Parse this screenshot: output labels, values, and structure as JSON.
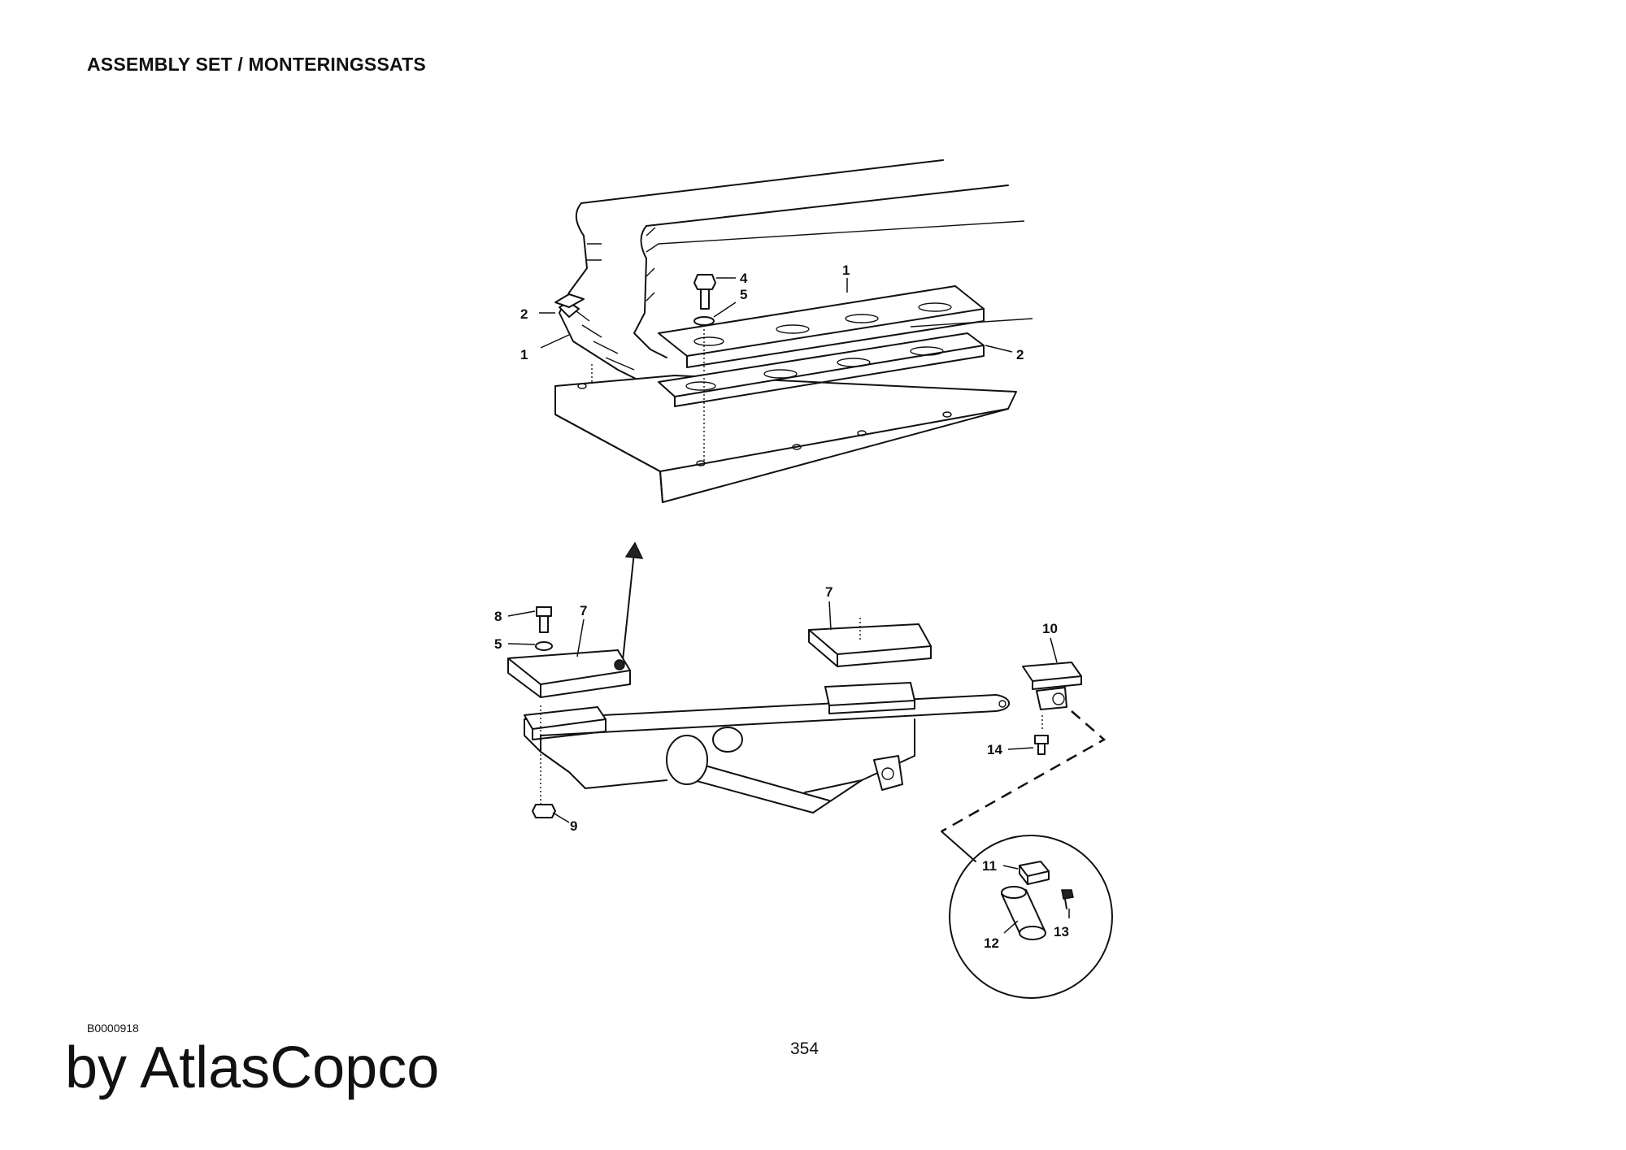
{
  "header": {
    "title": "ASSEMBLY SET / MONTERINGSSATS"
  },
  "footer": {
    "doc_code": "B0000918",
    "page_number": "354",
    "brand": "by AtlasCopco"
  },
  "callouts": {
    "rail_upper_1": "1",
    "rail_lower_2": "2",
    "rail_left_2": "2",
    "rail_left_1": "1",
    "bolt_4": "4",
    "washer_5_top": "5",
    "bolt_8": "8",
    "washer_5_bottom": "5",
    "pad_left_7": "7",
    "pad_mid_7": "7",
    "nut_9": "9",
    "bracket_10": "10",
    "bolt_14": "14",
    "block_11": "11",
    "pin_12": "12",
    "screw_13": "13"
  }
}
